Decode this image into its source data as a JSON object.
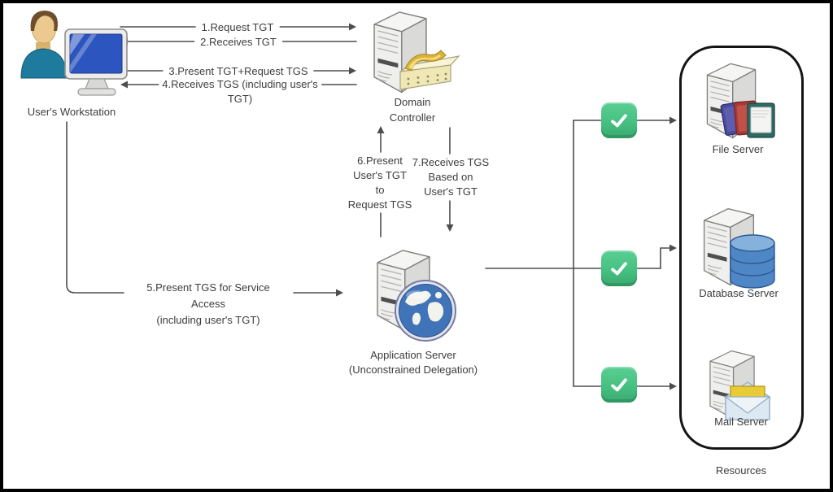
{
  "nodes": {
    "workstation": {
      "label": "User's Workstation",
      "icon": "user-at-computer-icon"
    },
    "domain_controller": {
      "lines": [
        "Domain",
        "Controller"
      ],
      "icon": "server-with-card-file-icon"
    },
    "application_server": {
      "lines": [
        "Application Server",
        "(Unconstrained Delegation)"
      ],
      "icon": "server-with-globe-icon"
    },
    "file_server": {
      "label": "File Server",
      "icon": "server-with-folders-icon"
    },
    "database_server": {
      "label": "Database Server",
      "icon": "server-with-database-icon"
    },
    "mail_server": {
      "label": "Mail Server",
      "icon": "server-with-envelope-icon"
    },
    "resources_group": {
      "label": "Resources"
    }
  },
  "flows": {
    "f1": {
      "label": "1.Request TGT",
      "from": "workstation",
      "to": "domain_controller"
    },
    "f2": {
      "label": "2.Receives TGT",
      "from": "domain_controller",
      "to": "workstation"
    },
    "f3": {
      "label": "3.Present TGT+Request TGS",
      "from": "workstation",
      "to": "domain_controller"
    },
    "f4": {
      "lines": [
        "4.Receives TGS (including user's",
        "TGT)"
      ],
      "from": "domain_controller",
      "to": "workstation"
    },
    "f5": {
      "lines": [
        "5.Present TGS for Service",
        "Access",
        "(including user's TGT)"
      ],
      "from": "workstation",
      "to": "application_server"
    },
    "f6": {
      "lines": [
        "6.Present",
        "User's TGT",
        "to",
        "Request TGS"
      ],
      "from": "application_server",
      "to": "domain_controller"
    },
    "f7": {
      "lines": [
        "7.Receives TGS",
        "Based on",
        "User's TGT"
      ],
      "from": "domain_controller",
      "to": "application_server"
    }
  },
  "resource_links": [
    {
      "from": "application_server",
      "to": "file_server",
      "icon": "green-checkmark-icon"
    },
    {
      "from": "application_server",
      "to": "database_server",
      "icon": "green-checkmark-icon"
    },
    {
      "from": "application_server",
      "to": "mail_server",
      "icon": "green-checkmark-icon"
    }
  ],
  "colors": {
    "background": "#ffffff",
    "connector": "#4d4d4d",
    "text": "#3d3d3d",
    "frame": "#000000",
    "resources_border": "#141414",
    "check_green": "#46c181",
    "server_gray": "#efefed",
    "globe_blue": "#3f74b8",
    "database_blue": "#4e86c6",
    "monitor_blue": "#2d55c0",
    "shirt_teal": "#1f7b9d",
    "card_file_cream": "#efe8b4",
    "gold_sheet": "#d9b23a",
    "envelope_yellow": "#e9cb35"
  }
}
